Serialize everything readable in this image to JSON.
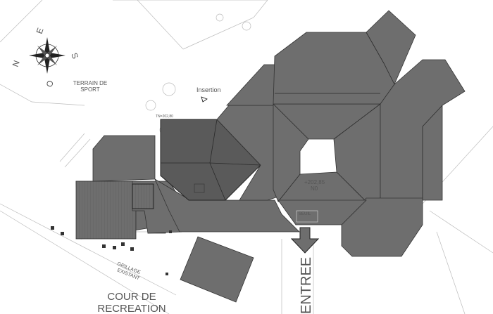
{
  "labels": {
    "terrain_line1": "TERRAIN DE",
    "terrain_line2": "SPORT",
    "insertion": "Insertion",
    "cour_line1": "COUR DE",
    "cour_line2": "RECREATION",
    "entree": "ENTREE",
    "grillage_line1": "GRILLAGE",
    "grillage_line2": "EXISTANT",
    "level_top": "TN=202,80",
    "level_center_line1": "+202,85",
    "level_center_line2": "N0",
    "level_seuil": "SEUIL"
  },
  "compass": {
    "north": "N",
    "south": "S",
    "east": "E",
    "west": "O"
  },
  "icons": {
    "compass": "compass-rose-icon",
    "entrance_arrow": "arrow-down-icon",
    "insertion_marker": "triangle-marker-icon"
  },
  "colors": {
    "roof": "#6e6e6e",
    "roof_highlight": "#5a5a5a",
    "background": "#ffffff"
  }
}
